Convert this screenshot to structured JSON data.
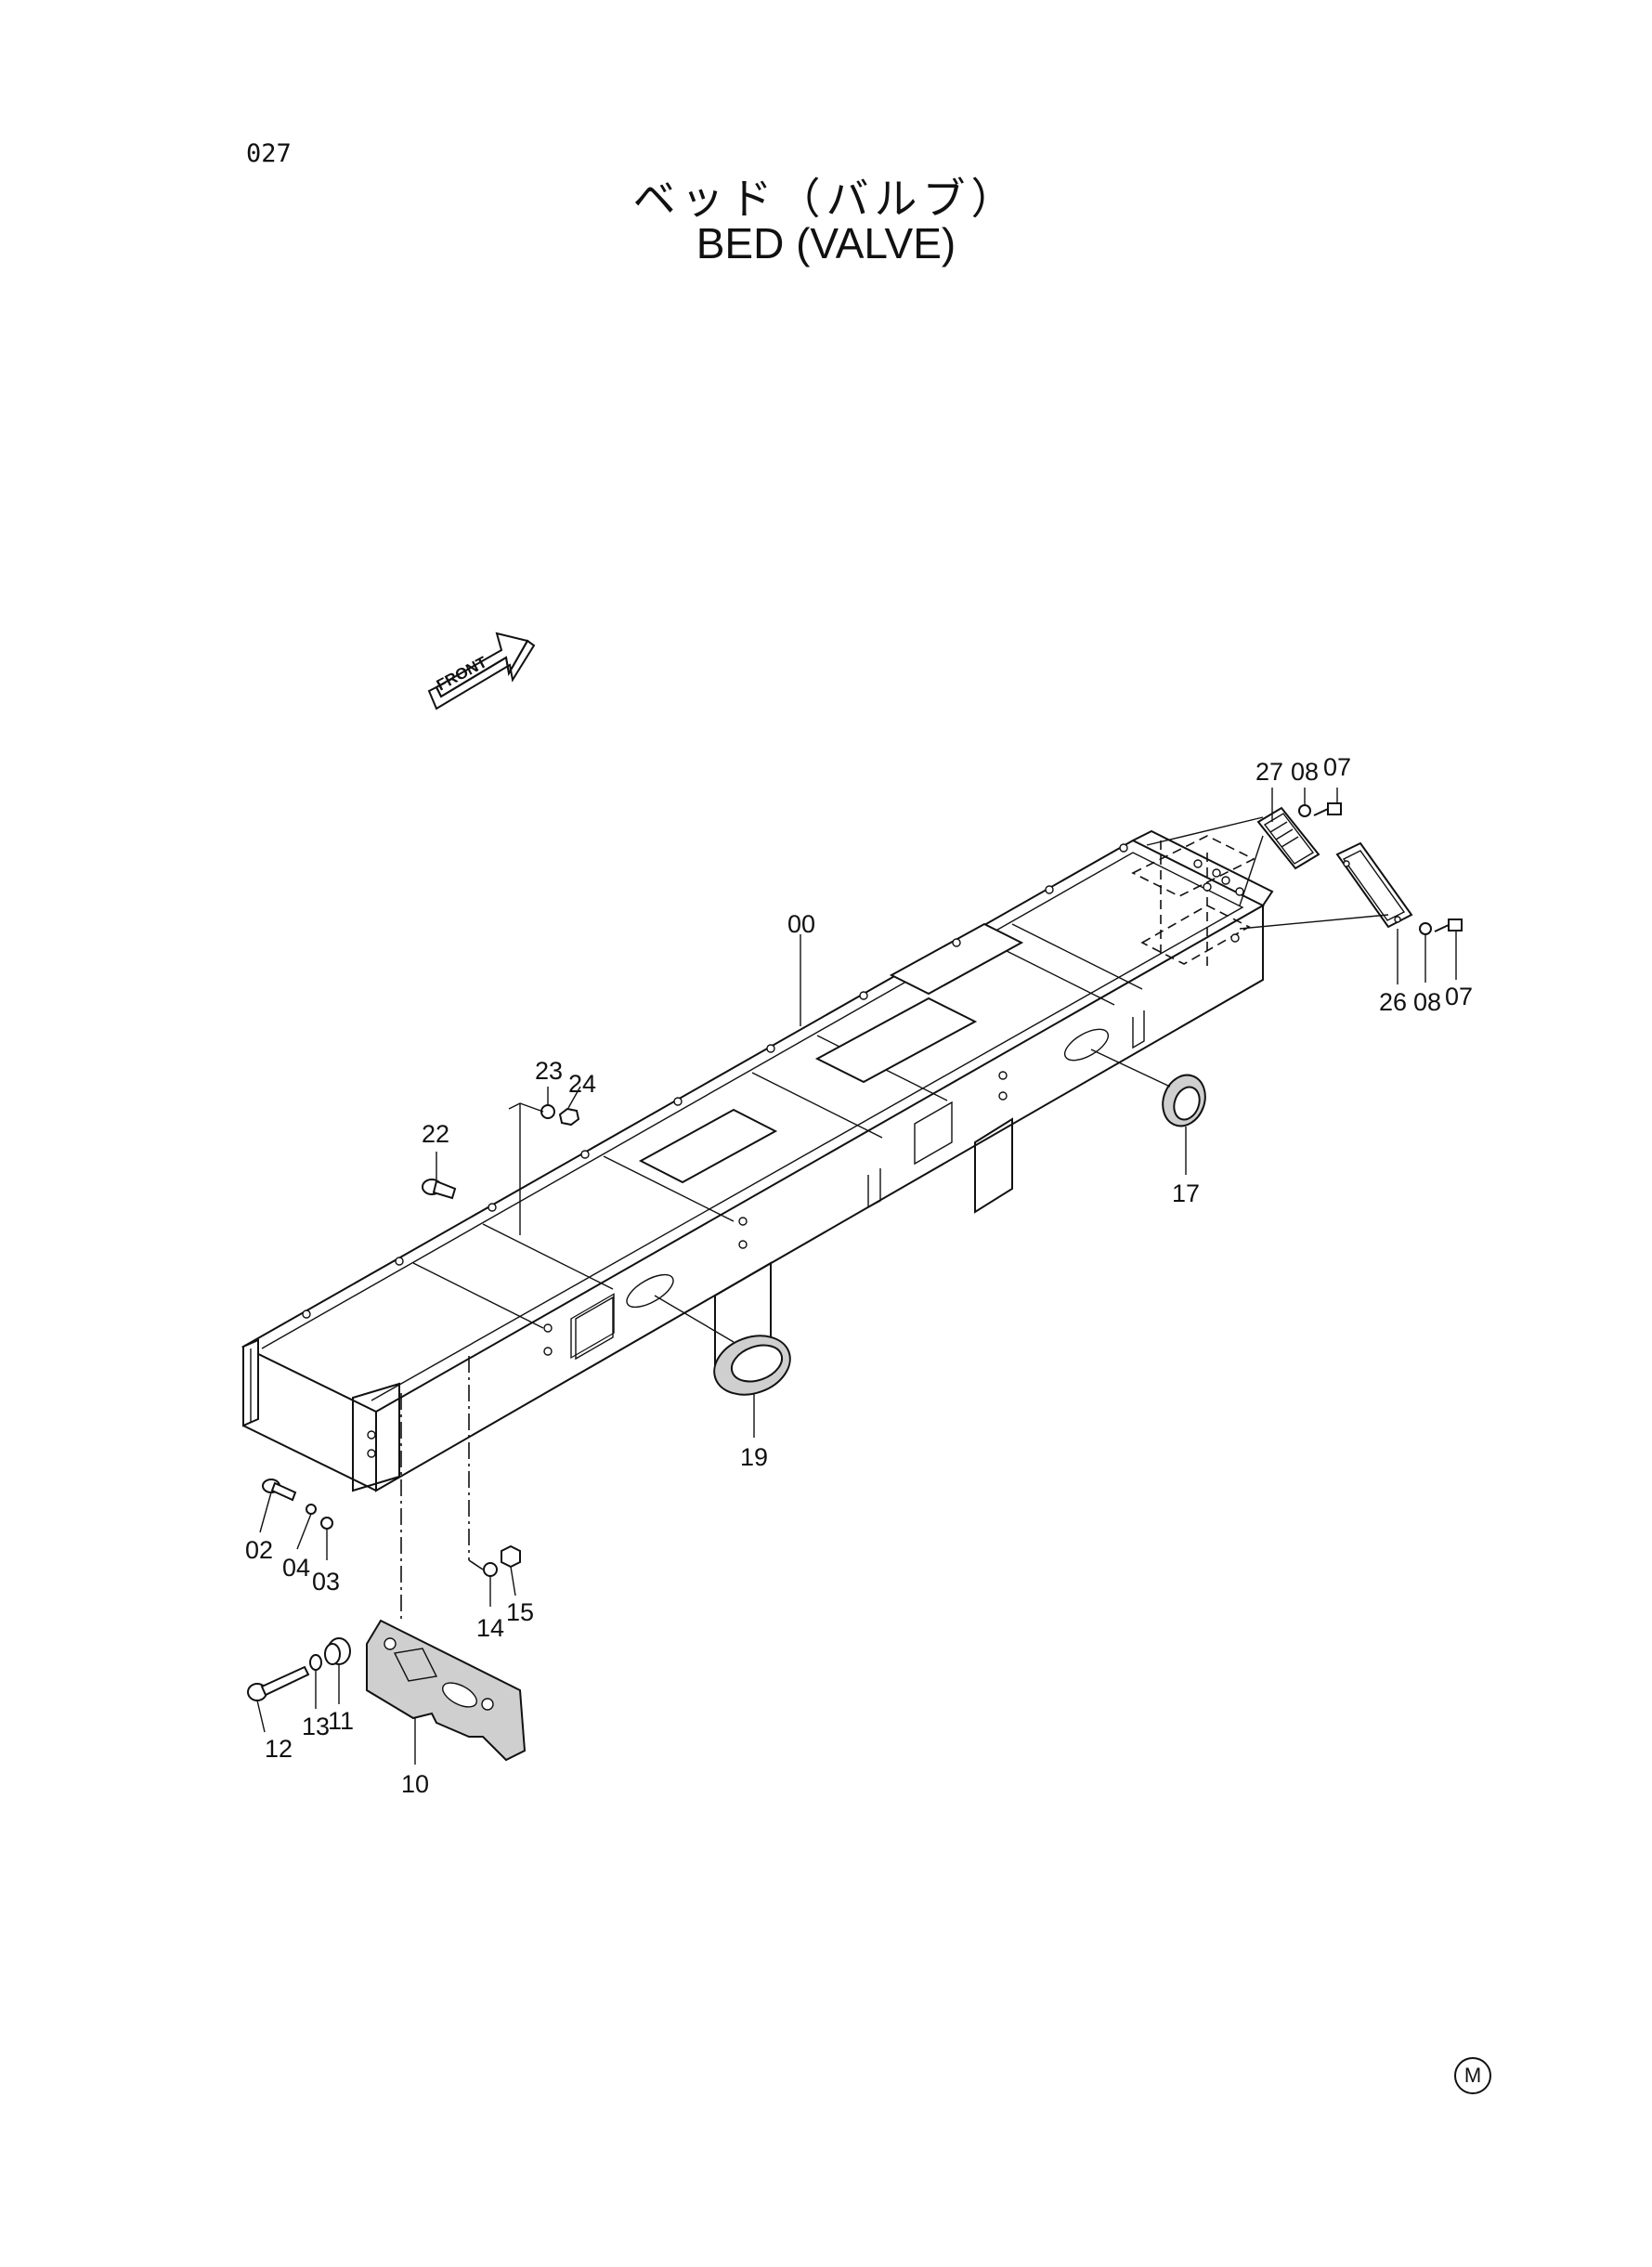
{
  "header": {
    "page_number": "027",
    "title_jp": "ベッド（バルブ）",
    "title_en": "BED (VALVE)"
  },
  "front_arrow": {
    "label": "FRONT"
  },
  "footer": {
    "mark": "M"
  },
  "callouts": {
    "c00": "00",
    "c02": "02",
    "c03": "03",
    "c04": "04",
    "c07a": "07",
    "c07b": "07",
    "c08a": "08",
    "c08b": "08",
    "c10": "10",
    "c11": "11",
    "c12": "12",
    "c13": "13",
    "c14": "14",
    "c15": "15",
    "c17": "17",
    "c19": "19",
    "c22": "22",
    "c23": "23",
    "c24": "24",
    "c26": "26",
    "c27": "27"
  }
}
